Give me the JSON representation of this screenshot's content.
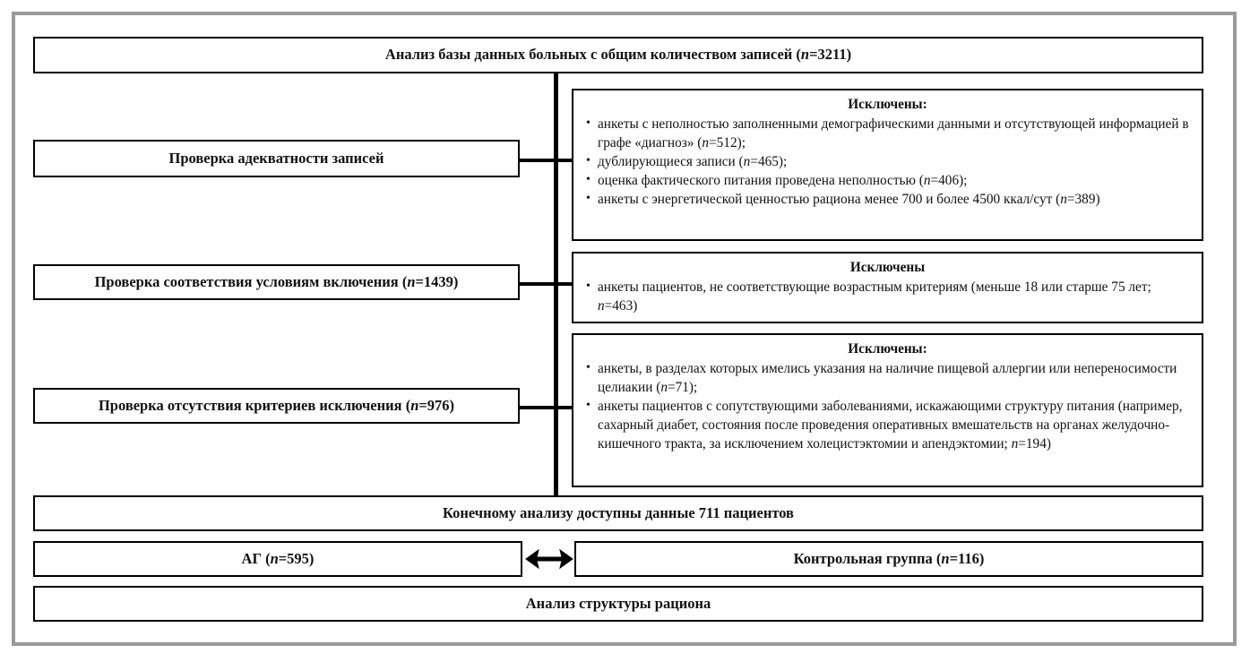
{
  "diagram": {
    "title_box": {
      "text": "Анализ базы данных больных с общим количеством записей (n=3211)"
    },
    "steps": [
      {
        "label": "Проверка адекватности записей"
      },
      {
        "label": "Проверка соответствия условиям включения (n=1439)"
      },
      {
        "label": "Проверка отсутствия критериев исключения (n=976)"
      }
    ],
    "exclusions": [
      {
        "title": "Исключены:",
        "items": [
          "анкеты с неполностью заполненными демографическими данными и отсутствующей информацией в графе «диагноз» (n=512);",
          "дублирующиеся записи (n=465);",
          "оценка фактического питания проведена неполностью (n=406);",
          "анкеты с энергетической ценностью рациона менее 700 и более 4500 ккал/сут (n=389)"
        ]
      },
      {
        "title": "Исключены",
        "items": [
          "анкеты пациентов, не соответствующие возрастным критериям (меньше 18 или старше 75 лет; n=463)"
        ]
      },
      {
        "title": "Исключены:",
        "items": [
          "анкеты, в разделах которых имелись указания на наличие пищевой аллергии или непереносимости целиакии (n=71);",
          "анкеты пациентов с сопутствующими заболеваниями, искажающими структуру питания (например, сахарный диабет, состояния после проведения оперативных вмешательств на органах желудочно-кишечного тракта, за исключением холецистэктомии и апендэктомии; n=194)"
        ]
      }
    ],
    "final_box": {
      "text": "Конечному анализу доступны данные 711 пациентов"
    },
    "groups": [
      {
        "label": "АГ (n=595)"
      },
      {
        "label": "Контрольная группа (n=116)"
      }
    ],
    "group_link_icon": "double-arrow-icon",
    "analysis_box": {
      "text": "Анализ структуры рациона"
    }
  },
  "colors": {
    "box_border": "#000000",
    "frame_border": "#9a9a9a",
    "background": "#ffffff",
    "text": "#111111"
  }
}
